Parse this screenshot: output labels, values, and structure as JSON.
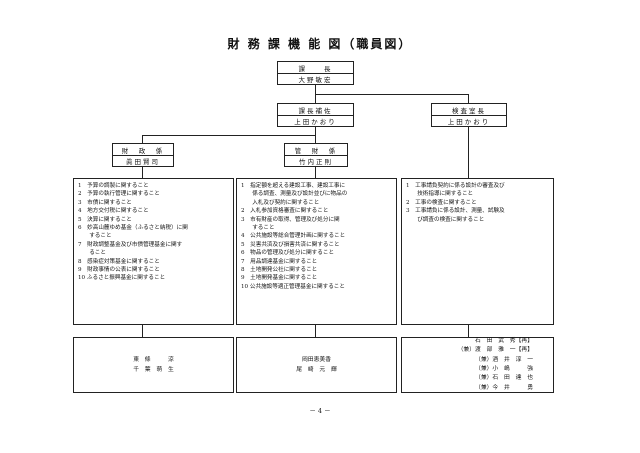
{
  "title": "財 務 課 機 能 図（職員図）",
  "chief": {
    "title": "課　　長",
    "name": "大野敏宏"
  },
  "assistant": {
    "title": "課長補佐",
    "name": "上田かおり"
  },
  "inspector": {
    "title": "検査室長",
    "name": "上田かおり"
  },
  "zaisei": {
    "title": "財　政　係",
    "name": "眞田賢司",
    "duties": [
      "1　予算の調製に関すること",
      "2　予算の執行管理に関すること",
      "3　市債に関すること",
      "4　地方交付税に関すること",
      "5　決算に関すること",
      "6　妙高山麓ゆめ基金（ふるさと納税）に関\n　　すること",
      "7　財政調整基金及び市債管理基金に関す\n　　ること",
      "8　感染症対策基金に関すること",
      "9　財政事情の公表に関すること",
      "10 ふるさと振興基金に関すること"
    ],
    "staff": [
      "東　條　　　涼",
      "千　葉　萌　生"
    ]
  },
  "kanzai": {
    "title": "管　財　係",
    "name": "竹内正則",
    "duties": [
      "1　指定額を超える建設工事、建設工事に\n　　係る調査、測量及び設計並びに物品の\n　　入札及び契約に関すること",
      "2　入札参加資格審査に関すること",
      "3　市有財産の取得、管理及び処分に関\n　　すること",
      "4　公共施設等総合管理計画に関すること",
      "5　災害共済及び損害共済に関すること",
      "6　物品の管理及び処分に関すること",
      "7　用品調達基金に関すること",
      "8　土地開発公社に関すること",
      "9　土地開発基金に関すること",
      "10 公共施設等適正管理基金に関すること"
    ],
    "staff": [
      "岡田恵美香",
      "尾　崎　元　輝"
    ]
  },
  "kensa": {
    "duties": [
      "1　工事請負契約に係る設計の審査及び\n　　技術指導に関すること",
      "2　工事の検査に関すること",
      "3　工事請負に係る設計、測量、試験及\n　　び調査の検査に関すること"
    ],
    "staff": [
      "石　田　武　秀【再】",
      "（兼）渡　部　雅　一【再】",
      "（兼）酒　井　淳　一",
      "（兼）小　嶋　　　強",
      "（兼）石　田　達　也",
      "（兼）今　井　　　勇"
    ]
  },
  "page_number": "－ 4 －"
}
